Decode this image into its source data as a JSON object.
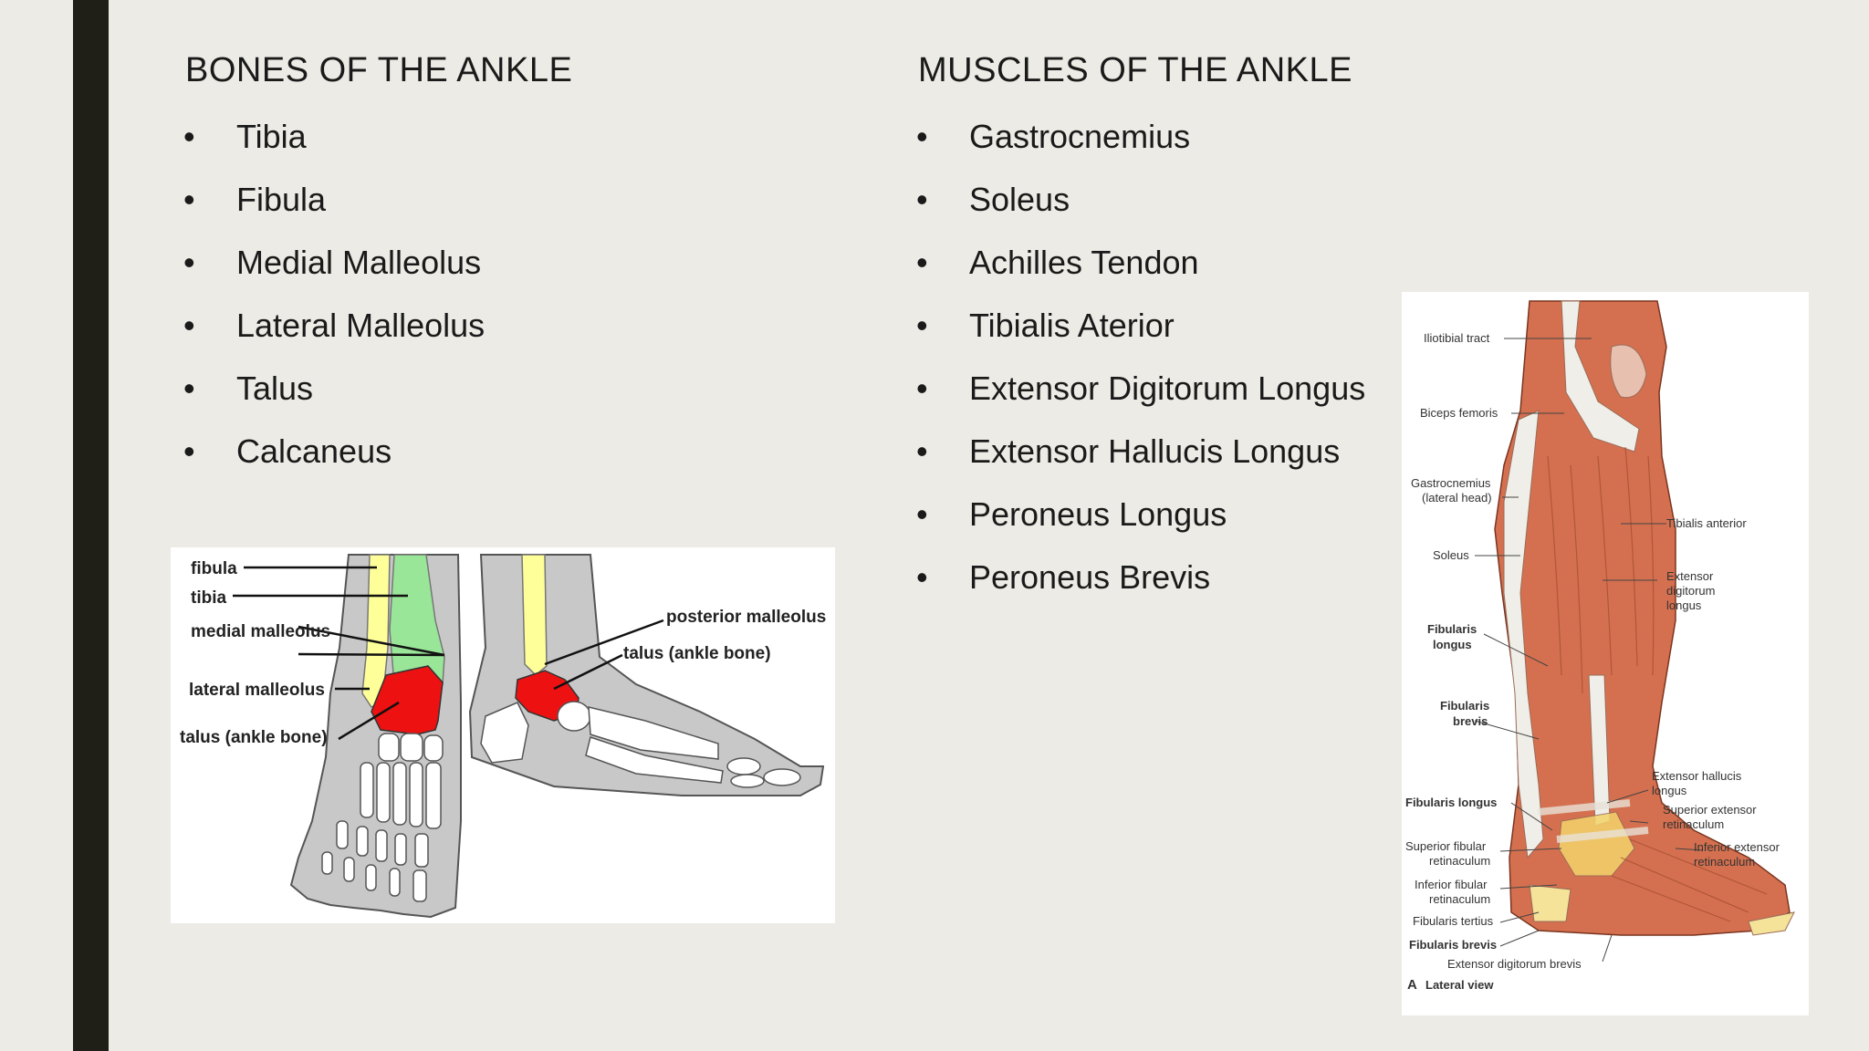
{
  "bones": {
    "heading": "BONES OF THE ANKLE",
    "items": [
      "Tibia",
      "Fibula",
      "Medial Malleolus",
      "Lateral Malleolus",
      "Talus",
      "Calcaneus"
    ]
  },
  "muscles": {
    "heading": "MUSCLES OF THE ANKLE",
    "items": [
      "Gastrocnemius",
      "Soleus",
      "Achilles Tendon",
      "Tibialis Aterior",
      "Extensor Digitorum Longus",
      "Extensor Hallucis Longus",
      "Peroneus Longus",
      "Peroneus Brevis"
    ]
  },
  "bullet": "•",
  "ankle_bones_figure": {
    "labels": {
      "fibula": "fibula",
      "tibia": "tibia",
      "medial_malleolus": "medial malleolus",
      "lateral_malleolus": "lateral malleolus",
      "talus_front": "talus (ankle bone)",
      "posterior_malleolus": "posterior malleolus",
      "talus_side": "talus (ankle bone)"
    },
    "colors": {
      "tibia": "#99e699",
      "fibula": "#ffff99",
      "talus": "#ee1111",
      "foot": "#c8c8c8"
    }
  },
  "leg_muscles_figure": {
    "labels": {
      "iliotibial_tract": "Iliotibial tract",
      "biceps_femoris": "Biceps femoris",
      "gastrocnemius_1": "Gastrocnemius",
      "gastrocnemius_2": "(lateral head)",
      "soleus": "Soleus",
      "fibularis_longus_1": "Fibularis",
      "fibularis_longus_2": "longus",
      "fibularis_brevis_1": "Fibularis",
      "fibularis_brevis_2": "brevis",
      "fibularis_longus_b": "Fibularis longus",
      "sup_fib_ret_1": "Superior fibular",
      "sup_fib_ret_2": "retinaculum",
      "inf_fib_ret_1": "Inferior fibular",
      "inf_fib_ret_2": "retinaculum",
      "fibularis_tertius": "Fibularis tertius",
      "fibularis_brevis_b": "Fibularis brevis",
      "ext_dig_brevis": "Extensor digitorum brevis",
      "view": "Lateral view",
      "view_letter": "A",
      "tibialis_anterior": "Tibialis anterior",
      "ext_dig_longus_1": "Extensor",
      "ext_dig_longus_2": "digitorum",
      "ext_dig_longus_3": "longus",
      "ext_hal_longus_1": "Extensor hallucis",
      "ext_hal_longus_2": "longus",
      "sup_ext_ret_1": "Superior extensor",
      "sup_ext_ret_2": "retinaculum",
      "inf_ext_ret_1": "Inferior extensor",
      "inf_ext_ret_2": "retinaculum"
    },
    "colors": {
      "muscle": "#d4704f",
      "tendon": "#f0eee8"
    }
  }
}
